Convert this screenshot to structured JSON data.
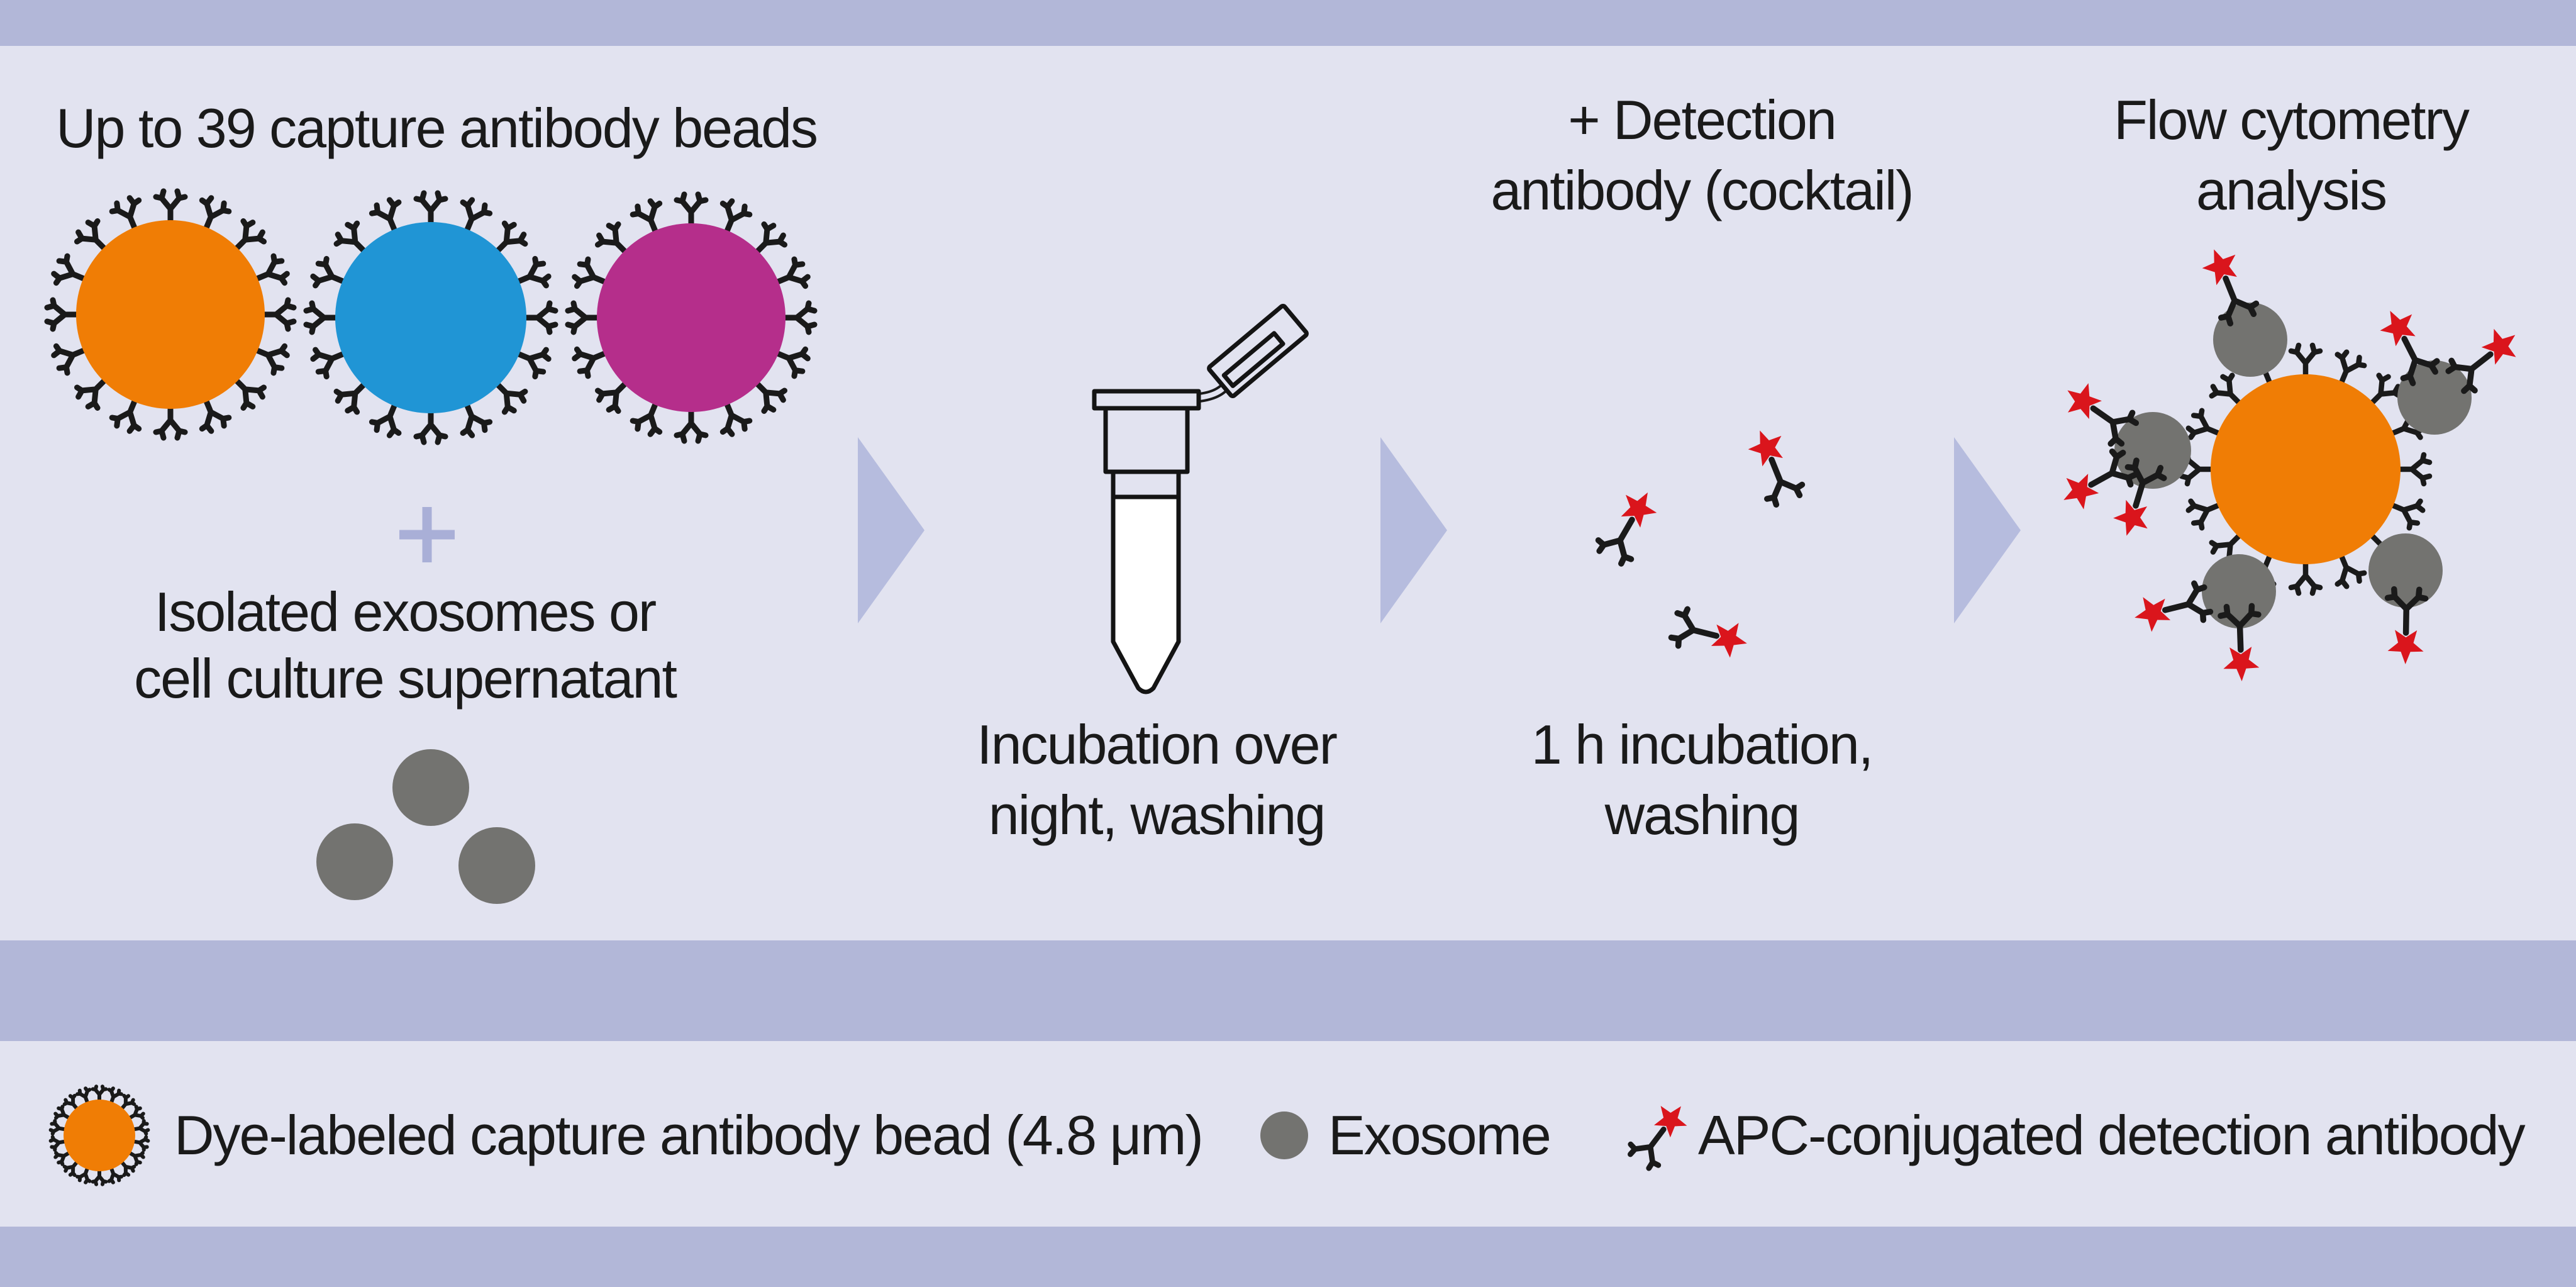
{
  "colors": {
    "background": "#e2e3f0",
    "band": "#b2b7d8",
    "arrow": "#b6bcde",
    "plus": "#a9afd7",
    "bead_orange": "#f07d05",
    "bead_blue": "#2095d5",
    "bead_magenta": "#b52e8b",
    "exosome_gray": "#737370",
    "star_red": "#da151c",
    "ink": "#1a1a1a"
  },
  "steps": {
    "step1": {
      "title": "Up to 39 capture antibody beads",
      "plus": "+",
      "subtitle_line1": "Isolated exosomes or",
      "subtitle_line2": "cell culture supernatant"
    },
    "step2": {
      "caption_line1": "Incubation over",
      "caption_line2": "night, washing"
    },
    "step3": {
      "title_line1": "+ Detection",
      "title_line2": "antibody (cocktail)",
      "caption_line1": "1 h incubation,",
      "caption_line2": "washing"
    },
    "step4": {
      "title_line1": "Flow cytometry",
      "title_line2": "analysis"
    }
  },
  "legend": {
    "items": [
      {
        "label": "Dye-labeled capture antibody bead (4.8 μm)"
      },
      {
        "label": "Exosome"
      },
      {
        "label": "APC-conjugated detection antibody"
      }
    ]
  }
}
